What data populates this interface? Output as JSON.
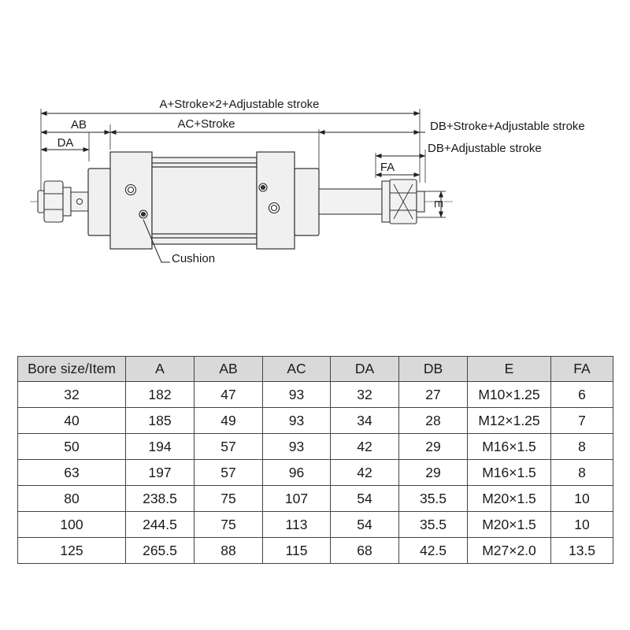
{
  "drawing": {
    "labels": {
      "overall": "A+Stroke×2+Adjustable stroke",
      "ab": "AB",
      "ac": "AC+Stroke",
      "da": "DA",
      "db_total": "DB+Stroke+Adjustable stroke",
      "db_adj": "DB+Adjustable stroke",
      "fa": "FA",
      "e": "E",
      "cushion": "Cushion"
    }
  },
  "table": {
    "headers": [
      "Bore size/Item",
      "A",
      "AB",
      "AC",
      "DA",
      "DB",
      "E",
      "FA"
    ],
    "rows": [
      [
        "32",
        "182",
        "47",
        "93",
        "32",
        "27",
        "M10×1.25",
        "6"
      ],
      [
        "40",
        "185",
        "49",
        "93",
        "34",
        "28",
        "M12×1.25",
        "7"
      ],
      [
        "50",
        "194",
        "57",
        "93",
        "42",
        "29",
        "M16×1.5",
        "8"
      ],
      [
        "63",
        "197",
        "57",
        "96",
        "42",
        "29",
        "M16×1.5",
        "8"
      ],
      [
        "80",
        "238.5",
        "75",
        "107",
        "54",
        "35.5",
        "M20×1.5",
        "10"
      ],
      [
        "100",
        "244.5",
        "75",
        "113",
        "54",
        "35.5",
        "M20×1.5",
        "10"
      ],
      [
        "125",
        "265.5",
        "88",
        "115",
        "68",
        "42.5",
        "M27×2.0",
        "13.5"
      ]
    ]
  }
}
